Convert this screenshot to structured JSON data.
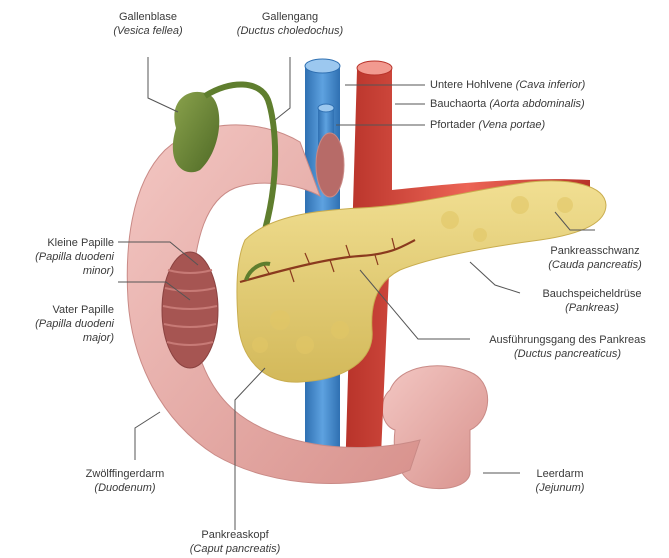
{
  "labels": {
    "gallenblase": {
      "name": "Gallenblase",
      "latin": "(Vesica fellea)"
    },
    "gallengang": {
      "name": "Gallengang",
      "latin": "(Ductus choledochus)"
    },
    "hohlvene": {
      "name": "Untere Hohlvene",
      "latin": "(Cava inferior)"
    },
    "aorta": {
      "name": "Bauchaorta",
      "latin": "(Aorta abdominalis)"
    },
    "pfortader": {
      "name": "Pfortader",
      "latin": "(Vena portae)"
    },
    "kleine_papille": {
      "name": "Kleine Papille",
      "latin1": "(Papilla duodeni",
      "latin2": "minor)"
    },
    "vater_papille": {
      "name": "Vater Papille",
      "latin1": "(Papilla duodeni",
      "latin2": "major)"
    },
    "schwanz": {
      "name": "Pankreasschwanz",
      "latin": "(Cauda pancreatis)"
    },
    "druese": {
      "name": "Bauchspeicheldrüse",
      "latin": "(Pankreas)"
    },
    "gang": {
      "name": "Ausführungsgang des Pankreas",
      "latin": "(Ductus pancreaticus)"
    },
    "duodenum": {
      "name": "Zwölffingerdarm",
      "latin": "(Duodenum)"
    },
    "jejunum": {
      "name": "Leerdarm",
      "latin": "(Jejunum)"
    },
    "kopf": {
      "name": "Pankreaskopf",
      "latin": "(Caput pancreatis)"
    }
  },
  "colors": {
    "duodenum": "#e9b2ae",
    "duodenum_shade": "#c98a86",
    "gallbladder": "#6f8a3a",
    "vein": "#3f86c9",
    "artery": "#d9483b",
    "pancreas": "#e8d27a",
    "pancreas_shade": "#cdb24f",
    "leader": "#555555"
  }
}
